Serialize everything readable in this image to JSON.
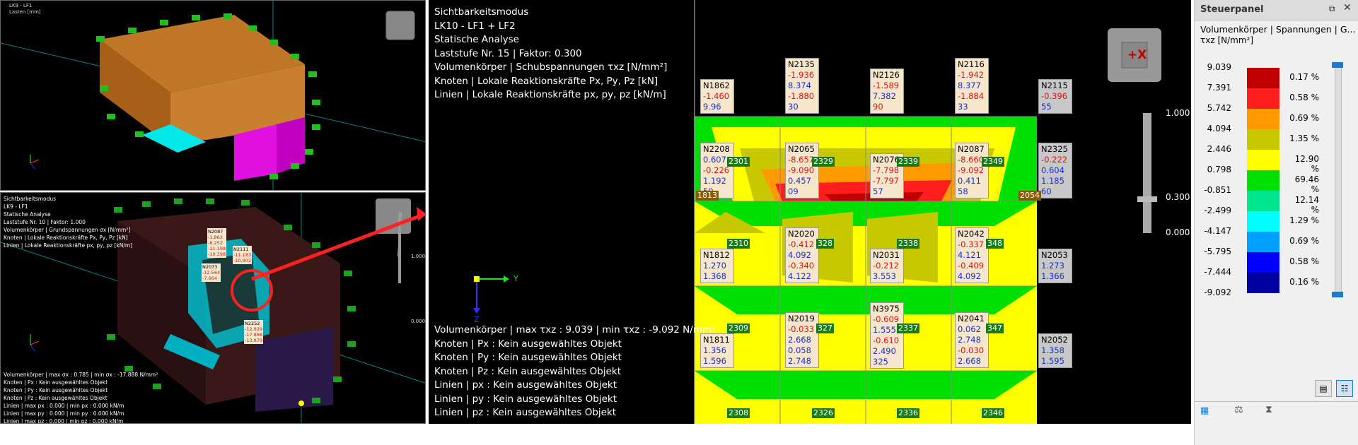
{
  "top_left": {
    "title1": "LK9 - LF1",
    "title2": "Lasten [mm]"
  },
  "bottom_left": {
    "lines": [
      "Sichtbarkeitsmodus",
      "LK9 - LF1",
      "Statische Analyse",
      "Laststufe Nr. 10 | Faktor: 1.000",
      "Volumenkörper | Grundspannungen σx [N/mm²]",
      "Knoten | Lokale Reaktionskräfte Px, Py, Pz [kN]",
      "Linien | Lokale Reaktionskräfte px, py, pz [kN/m]"
    ],
    "bottom_lines": [
      "Volumenkörper | max σx : 0.785 | min σx : -17.888 N/mm²",
      "Knoten | Px : Kein ausgewähltes Objekt",
      "Knoten | Py : Kein ausgewähltes Objekt",
      "Knoten | Pz : Kein ausgewähltes Objekt",
      "Linien | max px : 0.000 | min px : 0.000 kN/m",
      "Linien | max py : 0.000 | min py : 0.000 kN/m",
      "Linien | max pz : 0.000 | min pz : 0.000 kN/m"
    ],
    "scale_top": "1.000",
    "scale_bottom": "0.000",
    "node_labels": [
      {
        "name": "N2087",
        "values": [
          "-1.862",
          "-8.252",
          "-11.198",
          "-10.398"
        ]
      },
      {
        "name": "N2111",
        "values": [
          "-11.183",
          "-10.902"
        ]
      },
      {
        "name": "N2073",
        "values": [
          "-12.564",
          "-7.664"
        ]
      },
      {
        "name": "N2252",
        "values": [
          "-12.929",
          "-17.888",
          "-13.879"
        ]
      }
    ]
  },
  "main": {
    "info_lines": [
      "Sichtbarkeitsmodus",
      "LK10 - LF1 + LF2",
      "Statische Analyse",
      "Laststufe Nr. 15 | Faktor: 0.300",
      "Volumenkörper | Schubspannungen τxz [N/mm²]",
      "Knoten | Lokale Reaktionskräfte Px, Py, Pz [kN]",
      "Linien | Lokale Reaktionskräfte px, py, pz [kN/m]"
    ],
    "bottom_lines": [
      "Volumenkörper | max τxz : 9.039 | min τxz : -9.092 N/mm²",
      "Knoten | Px : Kein ausgewähltes Objekt",
      "Knoten | Py : Kein ausgewähltes Objekt",
      "Knoten | Pz : Kein ausgewähltes Objekt",
      "Linien | px : Kein ausgewähltes Objekt",
      "Linien | py : Kein ausgewähltes Objekt",
      "Linien | pz : Kein ausgewähltes Objekt"
    ],
    "axis_y": "Y",
    "axis_z": "Z",
    "scale_1": "1.000",
    "scale_2": "0.300",
    "scale_3": "0.000",
    "view_cube_label": "+X",
    "nodes": [
      {
        "name": "N1862",
        "values": [
          "-1.460",
          "9.96"
        ]
      },
      {
        "name": "N2135",
        "values": [
          "-1.936",
          "8.374",
          "-1.880",
          "30"
        ]
      },
      {
        "name": "N2126",
        "values": [
          "-1.589",
          "7.382",
          "90"
        ]
      },
      {
        "name": "N2116",
        "values": [
          "-1.942",
          "8.377",
          "-1.884",
          "33"
        ]
      },
      {
        "name": "N2115",
        "values": [
          "-0.396",
          "55"
        ]
      },
      {
        "name": "N2208",
        "values": [
          "0.607",
          "-0.226",
          "1.192",
          "59"
        ]
      },
      {
        "name": "N2065",
        "values": [
          "-8.657",
          "-9.090",
          "0.457",
          "09"
        ]
      },
      {
        "name": "N2076",
        "values": [
          "-7.798",
          "-7.797",
          "57"
        ]
      },
      {
        "name": "N2087",
        "values": [
          "-8.660",
          "-9.092",
          "0.411",
          "58"
        ]
      },
      {
        "name": "N2325",
        "values": [
          "-0.222",
          "0.604",
          "1.185",
          "60"
        ]
      },
      {
        "name": "N2020",
        "values": [
          "-0.412",
          "4.092",
          "-0.340",
          "4.122"
        ]
      },
      {
        "name": "N1812",
        "values": [
          "1.270",
          "1.368"
        ]
      },
      {
        "name": "N2031",
        "values": [
          "-0.212",
          "3.553"
        ]
      },
      {
        "name": "N2042",
        "values": [
          "-0.337",
          "4.121",
          "-0.409",
          "4.092"
        ]
      },
      {
        "name": "N2053",
        "values": [
          "1.273",
          "1.366"
        ]
      },
      {
        "name": "N3975",
        "values": [
          "-0.609",
          "1.555",
          "-0.610",
          "2.490",
          "325"
        ]
      },
      {
        "name": "N2019",
        "values": [
          "-0.033",
          "2.668",
          "0.058",
          "2.748"
        ]
      },
      {
        "name": "N2041",
        "values": [
          "0.062",
          "2.748",
          "-0.030",
          "2.668"
        ]
      },
      {
        "name": "N1811",
        "values": [
          "1.356",
          "1.596"
        ]
      },
      {
        "name": "N2052",
        "values": [
          "1.358",
          "1.595"
        ]
      }
    ],
    "solid_tags": [
      "2301",
      "2329",
      "2339",
      "2349",
      "2310",
      "328",
      "2338",
      "348",
      "2309",
      "327",
      "2337",
      "347",
      "2308",
      "2326",
      "2336",
      "2346",
      "1813",
      "2054"
    ]
  },
  "panel": {
    "title": "Steuerpanel",
    "subtitle": "Volumenkörper | Spannungen | G...",
    "unit": "τxz [N/mm²]",
    "legend": [
      {
        "value": "9.039",
        "color": "#c00000",
        "pct": "0.17 %"
      },
      {
        "value": "7.391",
        "color": "#ff1e1e",
        "pct": "0.58 %"
      },
      {
        "value": "5.742",
        "color": "#ff9b00",
        "pct": "0.69 %"
      },
      {
        "value": "4.094",
        "color": "#c8c800",
        "pct": "1.35 %"
      },
      {
        "value": "2.446",
        "color": "#ffff00",
        "pct": "12.90 %"
      },
      {
        "value": "0.798",
        "color": "#00e000",
        "pct": "69.46 %"
      },
      {
        "value": "-0.851",
        "color": "#00e68c",
        "pct": "12.14 %"
      },
      {
        "value": "-2.499",
        "color": "#00ffff",
        "pct": "1.29 %"
      },
      {
        "value": "-4.147",
        "color": "#00a0ff",
        "pct": "0.69 %"
      },
      {
        "value": "-5.795",
        "color": "#0000ff",
        "pct": "0.58 %"
      },
      {
        "value": "-7.444",
        "color": "#0000a0",
        "pct": "0.16 %"
      },
      {
        "value": "-9.092",
        "color": "",
        "pct": ""
      }
    ]
  }
}
